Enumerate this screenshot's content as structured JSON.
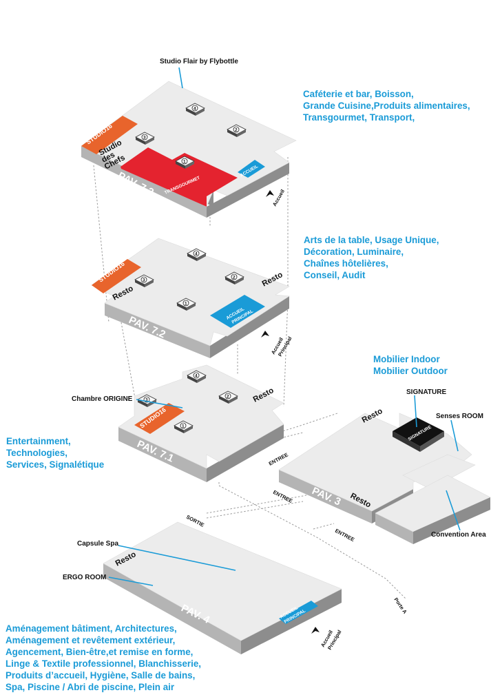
{
  "callouts": {
    "studio_flair": "Studio Flair by Flybottle",
    "chambre_origine": "Chambre ORIGINE",
    "signature": "SIGNATURE",
    "senses_room": "Senses ROOM",
    "convention_area": "Convention Area",
    "capsule_spa": "Capsule Spa",
    "ergo_room": "ERGO ROOM"
  },
  "pavilions": {
    "pav73": {
      "label": "PAV. 7.3",
      "studio": "STUDIO16",
      "studio_des_chefs": [
        "Studio",
        "des",
        "Chefs"
      ],
      "transgourmet": "TRANSGOURMET",
      "accueil_box": "ACCUEIL",
      "accueil_arrow": "Accueil",
      "numbers": [
        "1",
        "2",
        "3",
        "4"
      ],
      "sectors": [
        "Caféterie et bar, Boisson,",
        "Grande Cuisine,Produits alimentaires,",
        "Transgourmet, Transport,"
      ]
    },
    "pav72": {
      "label": "PAV. 7.2",
      "studio": "STUDIO16",
      "resto_left": "Resto",
      "resto_right": "Resto",
      "accueil_box": [
        "ACCUEIL",
        "PRINCIPAL"
      ],
      "accueil_arrow": [
        "Accueil",
        "Principal"
      ],
      "numbers": [
        "1",
        "2",
        "3",
        "4"
      ],
      "sectors": [
        "Arts de la table, Usage Unique,",
        "Décoration, Luminaire,",
        "Chaînes hôtelières,",
        "Conseil, Audit"
      ]
    },
    "pav71": {
      "label": "PAV. 7.1",
      "studio": "STUDIO16",
      "resto": "Resto",
      "numbers": [
        "1",
        "2",
        "3",
        "4"
      ],
      "sectors": [
        "Entertainment,",
        "Technologies,",
        "Services, Signalétique"
      ]
    },
    "pav3": {
      "label": "PAV. 3",
      "resto_top": "Resto",
      "resto_bottom": "Resto",
      "signature_box": "SIGNATURE",
      "sectors": [
        "Mobilier Indoor",
        "Mobilier Outdoor"
      ]
    },
    "pav4": {
      "label": "PAV. 4",
      "resto": "Resto",
      "accueil_box": [
        "ACCUEIL",
        "PRINCIPAL"
      ],
      "accueil_arrow": [
        "Accueil",
        "Principal"
      ],
      "sectors": [
        "Aménagement bâtiment, Architectures,",
        "Aménagement et revêtement extérieur,",
        "Agencement, Bien-être,et remise en forme,",
        "Linge & Textile professionnel, Blanchisserie,",
        "Produits d’accueil, Hygiène, Salle de bains,",
        "Spa, Piscine / Abri de piscine, Plein air"
      ]
    }
  },
  "paths": {
    "entree_1": "ENTREE",
    "entree_2": "ENTREE",
    "entree_3": "ENTREE",
    "sortie": "SORTIE",
    "porte": "Porte A"
  },
  "colors": {
    "accent_blue": "#1a9bd7",
    "studio_orange": "#e8642c",
    "transgourmet_red": "#e4232f",
    "floor_top": "#ececec",
    "floor_side": "#8d8d8d",
    "signature_black": "#111111"
  }
}
